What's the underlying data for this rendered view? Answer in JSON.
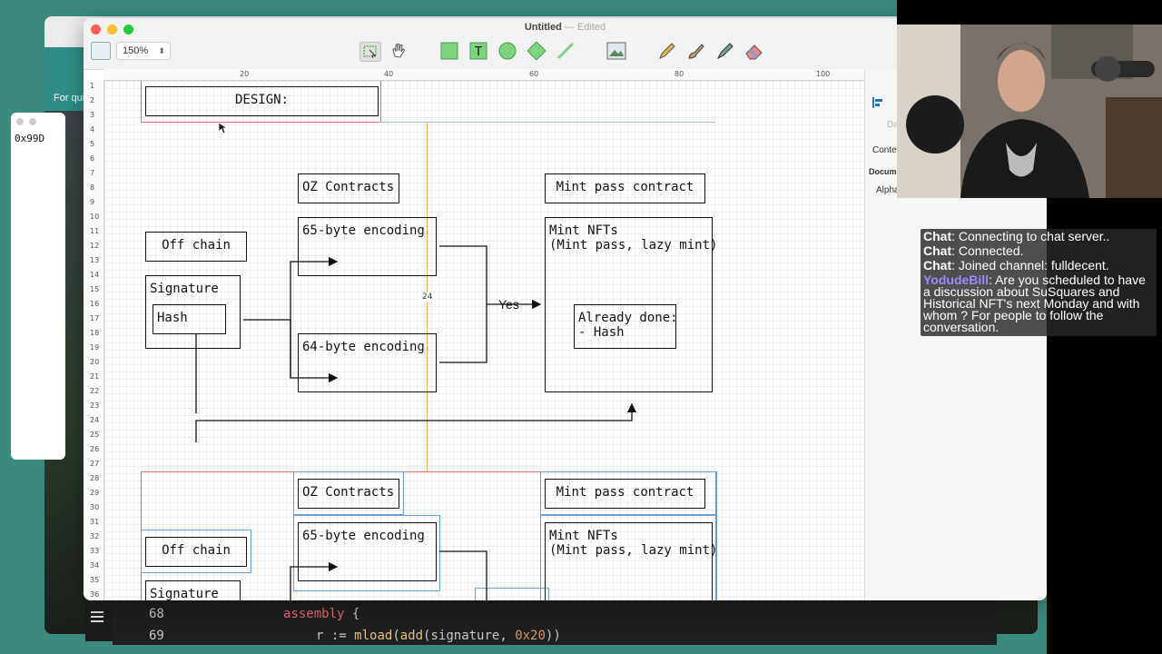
{
  "window": {
    "title": "Untitled",
    "edited": "Edited",
    "zoom": "150%"
  },
  "background": {
    "browser_banner": "For qui",
    "small_window_text": "0x99D"
  },
  "editor": {
    "lines": [
      {
        "num": "68",
        "keyword": "assembly",
        "rest": " {"
      },
      {
        "num": "69",
        "code_pre": "r := ",
        "fn1": "mload",
        "mid": "(",
        "fn2": "add",
        "args": "(signature, ",
        "hex": "0x20",
        "end": "))"
      }
    ]
  },
  "rulers": {
    "top": [
      "20",
      "40",
      "60",
      "80",
      "100"
    ],
    "left": [
      "1",
      "2",
      "3",
      "4",
      "5",
      "6",
      "7",
      "8",
      "9",
      "10",
      "11",
      "12",
      "13",
      "14",
      "15",
      "16",
      "17",
      "18",
      "19",
      "20",
      "21",
      "22",
      "23",
      "24",
      "25",
      "26",
      "27",
      "28",
      "29",
      "30",
      "31",
      "32",
      "33",
      "34",
      "35",
      "36"
    ]
  },
  "inspector": {
    "items": [
      "Da",
      "Conte",
      "Docum",
      "Alpha"
    ]
  },
  "diagram": {
    "design": "DESIGN:",
    "oz_contracts": "OZ Contracts",
    "mint_pass_contract": "Mint pass contract",
    "off_chain": "Off chain",
    "enc65": "65-byte encoding",
    "enc64": "64-byte encoding",
    "mint_nfts": "Mint NFTs\n(Mint pass, lazy mint)",
    "signature": "Signature",
    "hash": "Hash",
    "already_done": "Already done:\n- Hash",
    "yes": "Yes",
    "guide_label": "24",
    "copy_oz_contracts": "OZ Contracts",
    "copy_mint_pass_contract": "Mint pass contract",
    "copy_off_chain": "Off chain",
    "copy_enc65": "65-byte encoding",
    "copy_mint_nfts": "Mint NFTs\n(Mint pass, lazy mint)",
    "copy_signature": "Signature"
  },
  "chat": {
    "messages": [
      {
        "user": "Chat",
        "text": ": Connecting to chat server..",
        "color": "#ffffff"
      },
      {
        "user": "Chat",
        "text": ": Connected.",
        "color": "#ffffff"
      },
      {
        "user": "Chat",
        "text": ": Joined channel: fulldecent.",
        "color": "#ffffff"
      },
      {
        "user": "YodudeBill",
        "text": ": Are you scheduled to have a discussion about SuSquares and Historical NFT's next Monday and with whom ? For people to follow the conversation.",
        "color": "#9b8cff"
      }
    ]
  }
}
